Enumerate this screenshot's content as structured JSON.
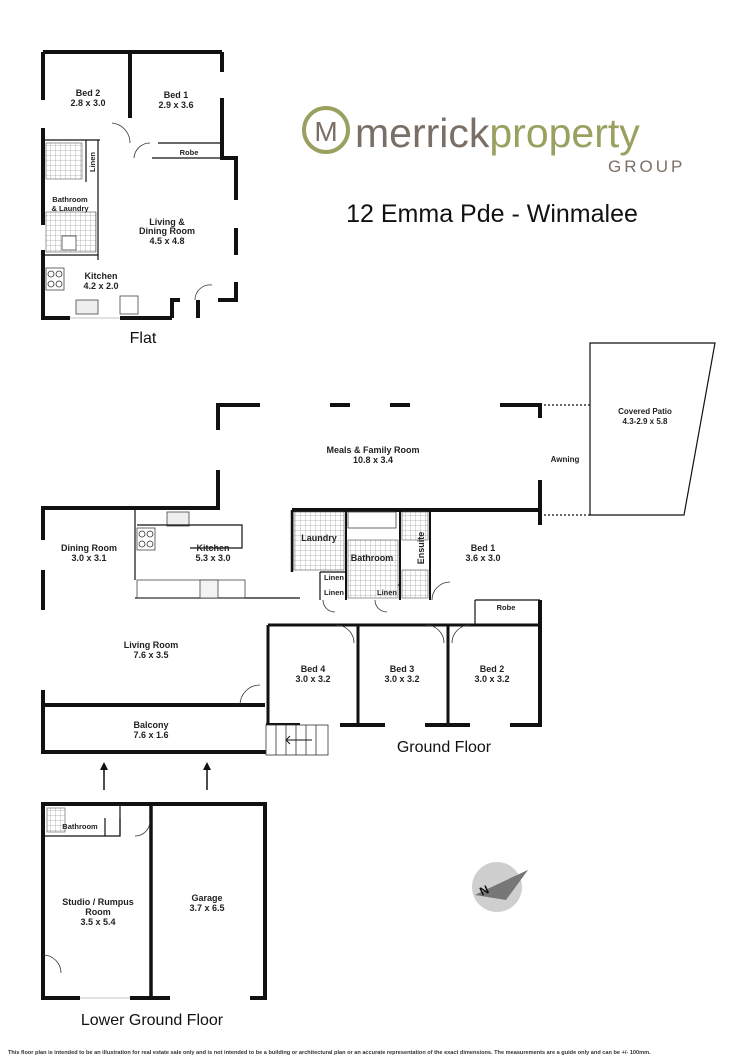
{
  "brand": {
    "logo_letter": "M",
    "name_part1": "merrick",
    "name_part2": "property",
    "group": "GROUP",
    "primary_color": "#7a6f66",
    "accent_color": "#9aa05f"
  },
  "address": "12 Emma Pde - Winmalee",
  "floors": {
    "flat": "Flat",
    "ground": "Ground Floor",
    "lower": "Lower Ground Floor"
  },
  "rooms": {
    "flat_bed2": {
      "name": "Bed 2",
      "size": "2.8 x 3.0"
    },
    "flat_bed1": {
      "name": "Bed 1",
      "size": "2.9 x 3.6"
    },
    "flat_robe": "Robe",
    "flat_linen": "Linen",
    "flat_bathroom": {
      "line1": "Bathroom",
      "line2": "& Laundry"
    },
    "flat_living": {
      "line1": "Living &",
      "line2": "Dining Room",
      "size": "4.5 x 4.8"
    },
    "flat_kitchen": {
      "name": "Kitchen",
      "size": "4.2 x 2.0"
    },
    "meals": {
      "name": "Meals & Family Room",
      "size": "10.8 x 3.4"
    },
    "patio": {
      "name": "Covered Patio",
      "size": "4.3-2.9 x 5.8"
    },
    "awning": "Awning",
    "dining": {
      "name": "Dining Room",
      "size": "3.0 x 3.1"
    },
    "kitchen": {
      "name": "Kitchen",
      "size": "5.3 x 3.0"
    },
    "laundry": "Laundry",
    "bathroom": "Bathroom",
    "ensuite": "Ensuite",
    "bed1": {
      "name": "Bed 1",
      "size": "3.6 x 3.0"
    },
    "robe": "Robe",
    "linen1": "Linen",
    "linen2": "Linen",
    "linen3": "Linen",
    "living": {
      "name": "Living Room",
      "size": "7.6 x 3.5"
    },
    "bed4": {
      "name": "Bed 4",
      "size": "3.0 x 3.2"
    },
    "bed3": {
      "name": "Bed 3",
      "size": "3.0 x 3.2"
    },
    "bed2": {
      "name": "Bed 2",
      "size": "3.0 x 3.2"
    },
    "balcony": {
      "name": "Balcony",
      "size": "7.6 x 1.6"
    },
    "lg_bathroom": "Bathroom",
    "studio": {
      "line1": "Studio / Rumpus",
      "line2": "Room",
      "size": "3.5 x 5.4"
    },
    "garage": {
      "name": "Garage",
      "size": "3.7 x 6.5"
    }
  },
  "compass": {
    "label": "N"
  },
  "disclaimer": "This floor plan is intended to be an illustration for real estate sale only and is not intended to be a building or architectural plan or an accurate representation of the exact dimensions. The measurements are a guide only and can be +/- 100mm."
}
